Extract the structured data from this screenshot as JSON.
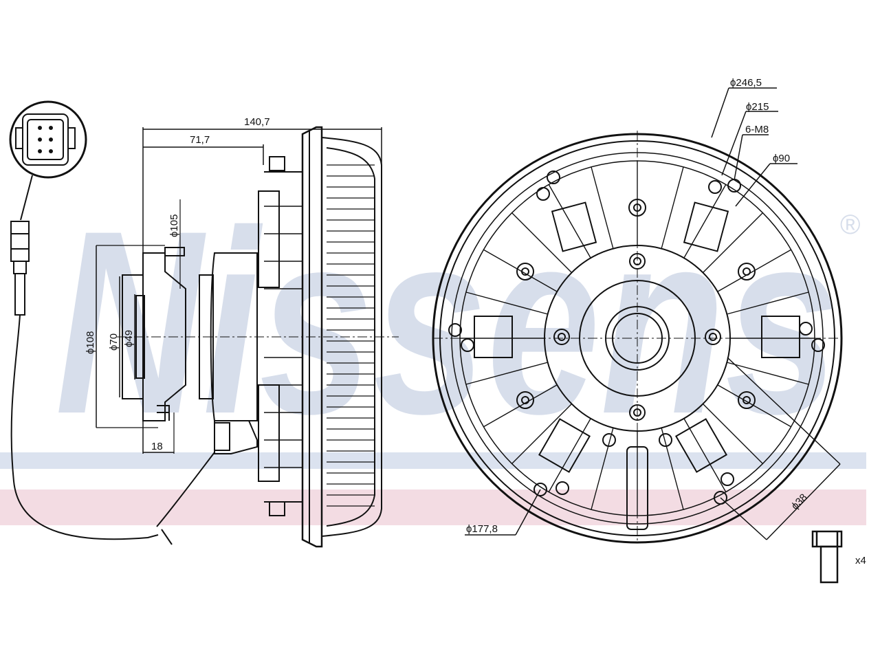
{
  "watermark": {
    "brand": "Nissens",
    "registered_mark": "®",
    "band_blue": "#dbe2ef",
    "band_red": "#f3dce3",
    "text_color": "#d7deeb"
  },
  "side_view": {
    "overall_width": "140,7",
    "hub_width": "71,7",
    "dia_105": "ϕ105",
    "dia_108": "ϕ108",
    "dia_70": "ϕ70",
    "dia_49": "ϕ49",
    "width_18": "18"
  },
  "front_view": {
    "dia_246_5": "ϕ246,5",
    "dia_215": "ϕ215",
    "bolts": "6-M8",
    "dia_90": "ϕ90",
    "dia_177_8": "ϕ177,8",
    "dia_38": "ϕ38"
  },
  "bolt_qty": "x4",
  "icons": [
    "electrical-connector-icon",
    "bolt-icon"
  ]
}
